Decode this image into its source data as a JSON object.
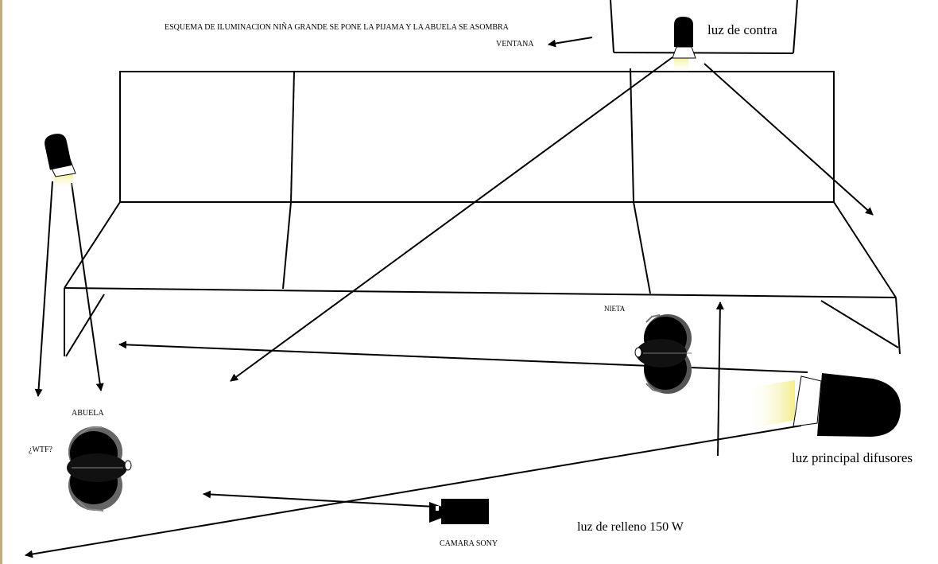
{
  "title": "ESQUEMA DE ILUMINACION NIÑA GRANDE SE PONE LA PIJAMA Y LA ABUELA SE ASOMBRA",
  "labels": {
    "window": "VENTANA",
    "back_light": "luz de contra",
    "granddaughter": "NIETA",
    "grandmother": "ABUELA",
    "grandmother_expression": "¿WTF?",
    "key_light": "luz principal difusores",
    "fill_light": "luz de relleno 150 W",
    "camera": "CAMARA SONY"
  },
  "icons": [
    "lamp-icon",
    "camera-icon",
    "person-top-view-icon",
    "arrow-icon"
  ],
  "colors": {
    "stroke": "#000000",
    "light_beam": "#f6f1a0",
    "hair_gray": "#666666",
    "border": "#c2ad7a"
  }
}
